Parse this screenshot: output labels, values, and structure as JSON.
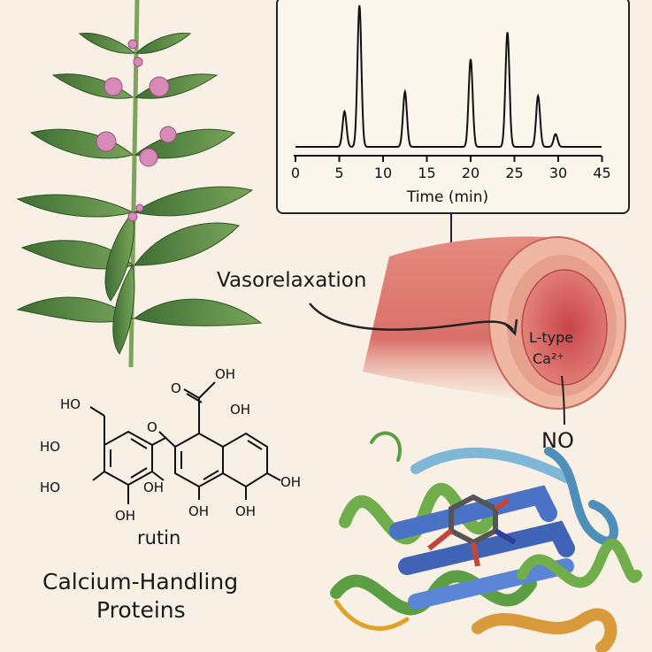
{
  "chart_data": {
    "type": "line",
    "title": "",
    "xlabel": "Time (min)",
    "ylabel": "",
    "tick_labels": [
      "0",
      "5",
      "10",
      "15",
      "20",
      "25",
      "30",
      "45"
    ],
    "peaks": [
      {
        "time": 5.6,
        "height": 0.25
      },
      {
        "time": 7.3,
        "height": 1.0
      },
      {
        "time": 12.5,
        "height": 0.39
      },
      {
        "time": 20.0,
        "height": 0.62
      },
      {
        "time": 24.2,
        "height": 0.81
      },
      {
        "time": 27.7,
        "height": 0.36
      },
      {
        "time": 29.7,
        "height": 0.09
      }
    ],
    "grid": false
  },
  "labels": {
    "vasorelaxation": "Vasorelaxation",
    "ltype": "L-type",
    "ca": "Ca²⁺",
    "no": "NO",
    "compound": "rutin",
    "proteins_line1": "Calcium-Handling",
    "proteins_line2": "Proteins"
  },
  "molecule_atoms": {
    "ho_top": "HO",
    "o_carbonyl": "O",
    "oh_acid": "OH",
    "oh_ring": "OH",
    "o_link": "O",
    "o_ring": "O",
    "ho_left1": "HO",
    "ho_left2": "HO",
    "oh_left3": "OH",
    "oh_bottom": "OH",
    "oh_r1": "OH",
    "oh_r2": "OH",
    "oh_r3": "OH"
  },
  "colors": {
    "background": "#f8f0e4",
    "vessel": "#e07f76",
    "leaf": "#4f7f3f",
    "flower": "#d88ab8"
  }
}
